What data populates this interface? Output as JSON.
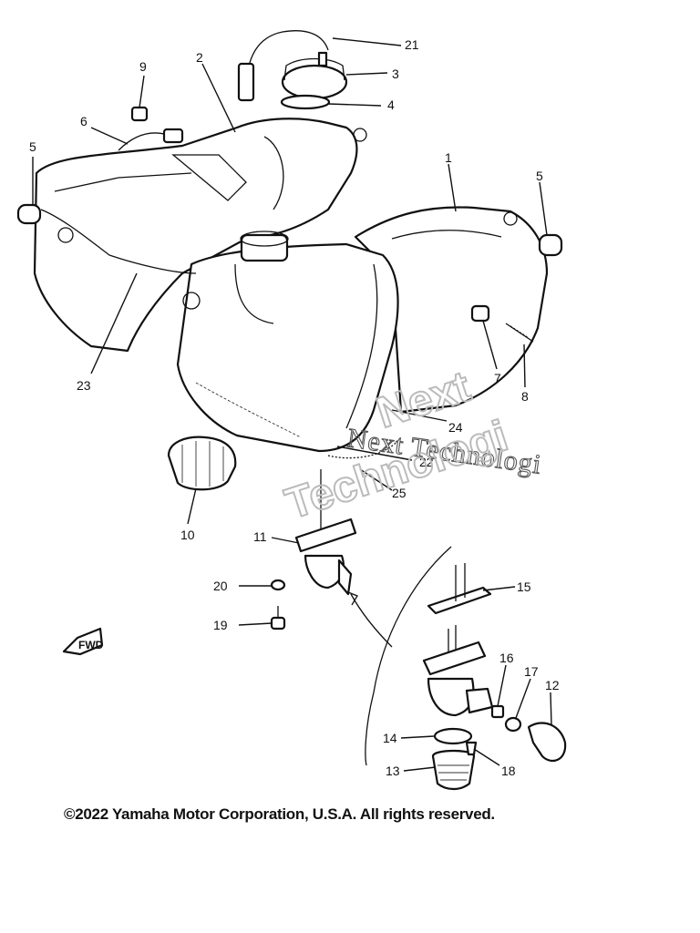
{
  "callouts": {
    "n1": "1",
    "n2": "2",
    "n3": "3",
    "n4": "4",
    "n5a": "5",
    "n5b": "5",
    "n6": "6",
    "n7": "7",
    "n8": "8",
    "n9": "9",
    "n10": "10",
    "n11": "11",
    "n12": "12",
    "n13": "13",
    "n14": "14",
    "n15": "15",
    "n16": "16",
    "n17": "17",
    "n18": "18",
    "n19": "19",
    "n20": "20",
    "n21": "21",
    "n22": "22",
    "n23": "23",
    "n24": "24",
    "n25": "25"
  },
  "watermark": {
    "line1": "Next Technologi",
    "line2": "Next",
    "line3": "Technologi"
  },
  "forward_arrow_label": "FWD",
  "copyright": "©2022 Yamaha Motor Corporation, U.S.A. All rights reserved."
}
